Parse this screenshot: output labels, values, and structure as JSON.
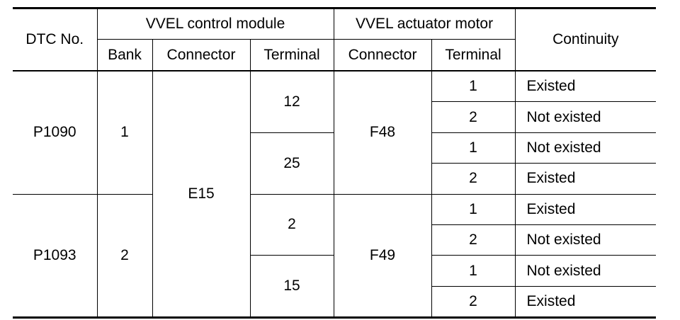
{
  "headers": {
    "dtc": "DTC No.",
    "module_group": "VVEL control module",
    "actuator_group": "VVEL actuator motor",
    "continuity": "Continuity",
    "bank": "Bank",
    "module_connector": "Connector",
    "module_terminal": "Terminal",
    "actuator_connector": "Connector",
    "actuator_terminal": "Terminal"
  },
  "groups": [
    {
      "dtc": "P1090",
      "bank": "1",
      "actuator_connector": "F48",
      "terminals": [
        {
          "terminal": "12",
          "rows": [
            {
              "actuator_terminal": "1",
              "continuity": "Existed"
            },
            {
              "actuator_terminal": "2",
              "continuity": "Not existed"
            }
          ]
        },
        {
          "terminal": "25",
          "rows": [
            {
              "actuator_terminal": "1",
              "continuity": "Not existed"
            },
            {
              "actuator_terminal": "2",
              "continuity": "Existed"
            }
          ]
        }
      ]
    },
    {
      "dtc": "P1093",
      "bank": "2",
      "actuator_connector": "F49",
      "terminals": [
        {
          "terminal": "2",
          "rows": [
            {
              "actuator_terminal": "1",
              "continuity": "Existed"
            },
            {
              "actuator_terminal": "2",
              "continuity": "Not existed"
            }
          ]
        },
        {
          "terminal": "15",
          "rows": [
            {
              "actuator_terminal": "1",
              "continuity": "Not existed"
            },
            {
              "actuator_terminal": "2",
              "continuity": "Existed"
            }
          ]
        }
      ]
    }
  ],
  "module_connector": "E15"
}
